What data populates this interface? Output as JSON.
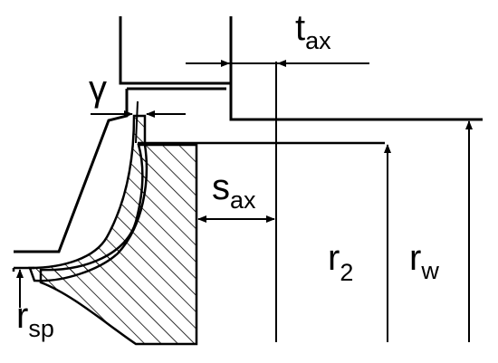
{
  "labels": {
    "gamma": "γ",
    "t_ax_main": "t",
    "t_ax_sub": "ax",
    "s_ax_main": "s",
    "s_ax_sub": "ax",
    "r2_main": "r",
    "r2_sub": "2",
    "rw_main": "r",
    "rw_sub": "w",
    "rsp_main": "r",
    "rsp_sub": "sp"
  }
}
